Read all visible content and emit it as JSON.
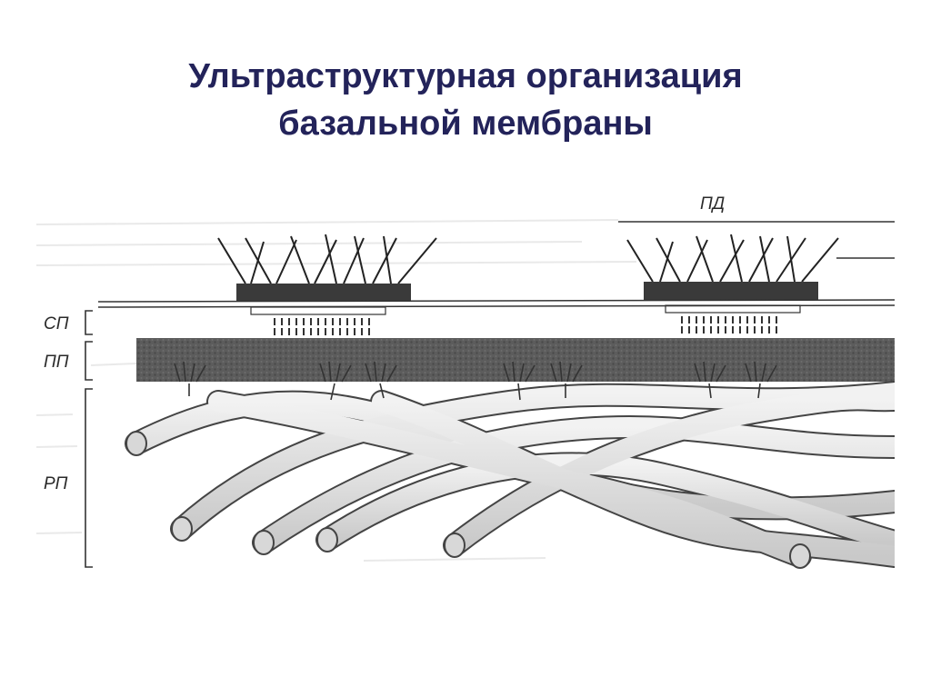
{
  "title": {
    "line1": "Ультраструктурная организация",
    "line2": "базальной мембраны"
  },
  "diagram": {
    "labels": {
      "pd": "ПД",
      "sp": "СП",
      "pp": "ПП",
      "rp": "РП"
    }
  }
}
